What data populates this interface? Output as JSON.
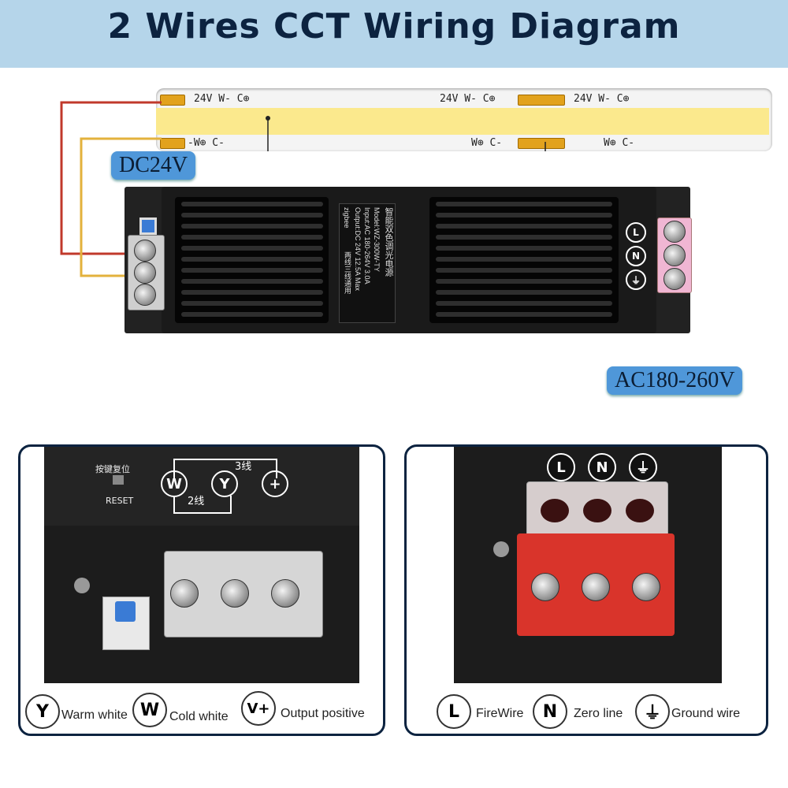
{
  "title": "2 Wires CCT Wiring Diagram",
  "strip": {
    "top_left": "24V  W-  C⊕",
    "top_mid": "24V  W-  C⊕",
    "top_right": "24V  W-  C⊕",
    "bottom_left": "-W⊕  C-",
    "bottom_mid": "W⊕  C-",
    "bottom_right": "W⊕  C-"
  },
  "labels": {
    "dc": "DC24V",
    "ac": "AC180-260V"
  },
  "driver_plate": {
    "cn_title": "智能双色调光电源",
    "model": "Model:WZ-300W-TY",
    "input": "Input:AC 180-264V 3.0A",
    "output": "Output:DC 24V 12.5A Max",
    "brand": "zigbee",
    "note": "两线三线通用"
  },
  "left_panel": {
    "reset_cn": "按键复位",
    "reset": "RESET",
    "three_wire": "3线",
    "two_wire": "2线",
    "terminals": [
      "W",
      "Y",
      "+"
    ]
  },
  "right_panel": {
    "terminals": [
      "L",
      "N",
      "⏚"
    ]
  },
  "legend_left": [
    {
      "symbol": "Y",
      "text": "Warm white"
    },
    {
      "symbol": "W",
      "text": "Cold white"
    },
    {
      "symbol": "V+",
      "text": "Output positive"
    }
  ],
  "legend_right": [
    {
      "symbol": "L",
      "text": "FireWire"
    },
    {
      "symbol": "N",
      "text": "Zero line"
    },
    {
      "symbol": "⏚",
      "text": "Ground wire"
    }
  ],
  "colors": {
    "banner": "#b5d5ea",
    "title": "#0c2340",
    "pill": "#4f97d9",
    "red_wire": "#c0392b",
    "yellow_wire": "#e3b23c",
    "red_terminal": "#d9342b"
  }
}
